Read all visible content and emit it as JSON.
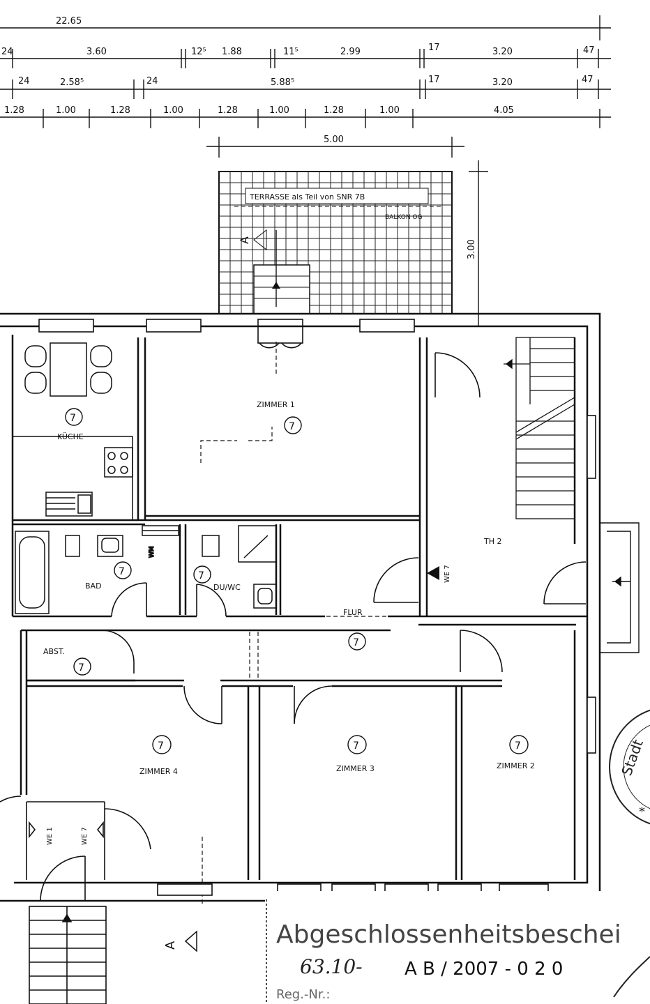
{
  "dimensions": {
    "total": "22.65",
    "row1": [
      "24",
      "3.60",
      "12⁵",
      "1.88",
      "11⁵",
      "2.99",
      "17",
      "3.20",
      "47"
    ],
    "row2": [
      "24",
      "2.58⁵",
      "24",
      "5.88⁵",
      "17",
      "3.20",
      "47"
    ],
    "row3": [
      "1.28",
      "1.00",
      "1.28",
      "1.00",
      "1.28",
      "1.00",
      "1.28",
      "1.00",
      "4.05"
    ],
    "terrace_width": "5.00",
    "terrace_depth": "3.00"
  },
  "terrace": {
    "label": "TERRASSE als Teil von SNR 7B",
    "sub": "BALKON OG"
  },
  "rooms": {
    "kueche": {
      "name": "KÜCHE",
      "unit": "7"
    },
    "zimmer1": {
      "name": "ZIMMER 1",
      "unit": "7"
    },
    "th2": {
      "name": "TH 2"
    },
    "bad": {
      "name": "BAD",
      "unit": "7"
    },
    "wm": "WM",
    "duwc": {
      "name": "DU/WC",
      "unit": "7"
    },
    "flur": {
      "name": "FLUR",
      "unit": "7"
    },
    "abst": {
      "name": "ABST.",
      "unit": "7"
    },
    "zimmer4": {
      "name": "ZIMMER 4",
      "unit": "7"
    },
    "zimmer3": {
      "name": "ZIMMER 3",
      "unit": "7"
    },
    "zimmer2": {
      "name": "ZIMMER 2",
      "unit": "7"
    }
  },
  "entrances": {
    "we7": "WE 7",
    "we1": "WE 1",
    "we7_left": "WE 7"
  },
  "section_marker": "A",
  "stamp": {
    "text": "Stadt"
  },
  "certificate": {
    "title": "Abgeschlossenheitsbeschei",
    "handwritten": "63.10-",
    "number": "A B / 2007 - 0 2 0",
    "reg_label": "Reg.-Nr.:"
  }
}
